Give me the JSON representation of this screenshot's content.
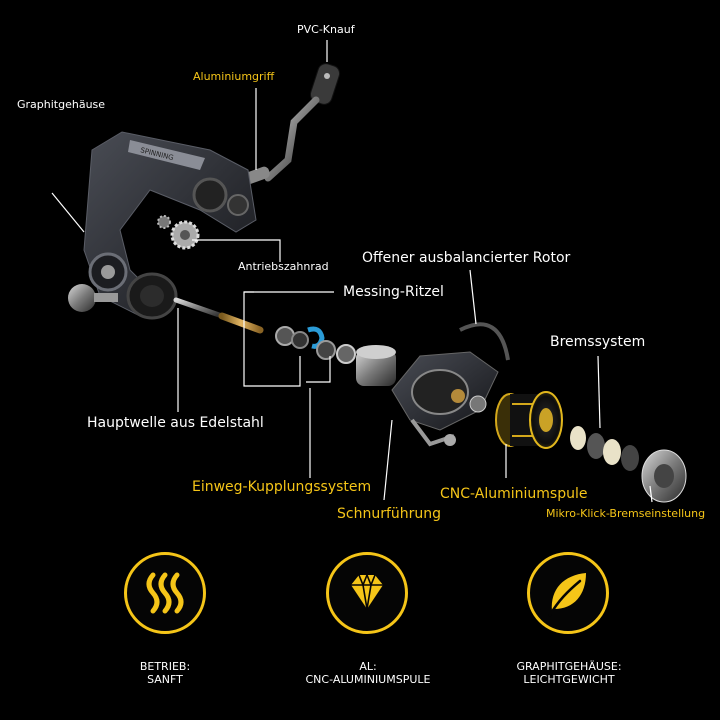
{
  "labels": {
    "pvc_knob": "PVC-Knauf",
    "aluminium_handle": "Aluminiumgriff",
    "graphite_housing": "Graphitgehäuse",
    "drive_gear": "Antriebszahnrad",
    "open_rotor": "Offener ausbalancierter Rotor",
    "brass_pinion": "Messing-Ritzel",
    "brake_system": "Bremssystem",
    "steel_main_shaft": "Hauptwelle aus Edelstahl",
    "oneway_clutch": "Einweg-Kupplungssystem",
    "cnc_spool": "CNC-Aluminiumspule",
    "line_guide": "Schnurführung",
    "micro_click_drag": "Mikro-Klick-Bremseinstellung"
  },
  "features": [
    {
      "line1": "Betrieb:",
      "line2": "Sanft",
      "icon": "heat-waves-icon"
    },
    {
      "line1": "AL:",
      "line2": "CNC-Aluminiumspule",
      "icon": "diamond-icon"
    },
    {
      "line1": "Graphitgehäuse:",
      "line2": "Leichtgewicht",
      "icon": "leaf-icon"
    }
  ],
  "reel_branding": "SPINNING",
  "colors": {
    "accent": "#f5c518",
    "text": "#ffffff",
    "background": "#000000"
  }
}
